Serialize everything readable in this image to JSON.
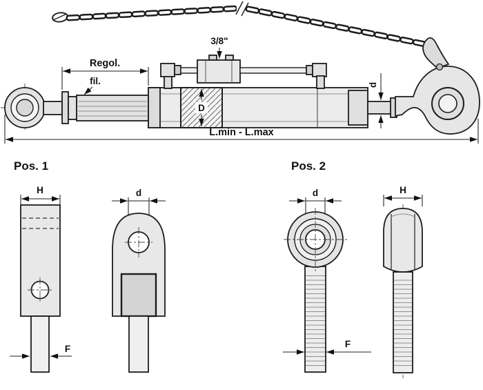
{
  "colors": {
    "line": "#1c1c1c",
    "fill_light": "#e9e9e9",
    "background": "#ffffff"
  },
  "assembly": {
    "name": "hydraulic top link assembly drawing",
    "labels": {
      "hose_size": "3/8\"",
      "adjust_range": "Regol.",
      "thread": "fil.",
      "cylinder_bore": "D",
      "rod_diameter": "d",
      "overall_length": "L.min - L.max"
    }
  },
  "pos1": {
    "title": "Pos. 1",
    "dim_width": "H",
    "dim_hole_diameter": "d",
    "dim_shaft_diameter": "F"
  },
  "pos2": {
    "title": "Pos. 2",
    "dim_hole_diameter": "d",
    "dim_width": "H",
    "dim_shaft_diameter": "F"
  }
}
